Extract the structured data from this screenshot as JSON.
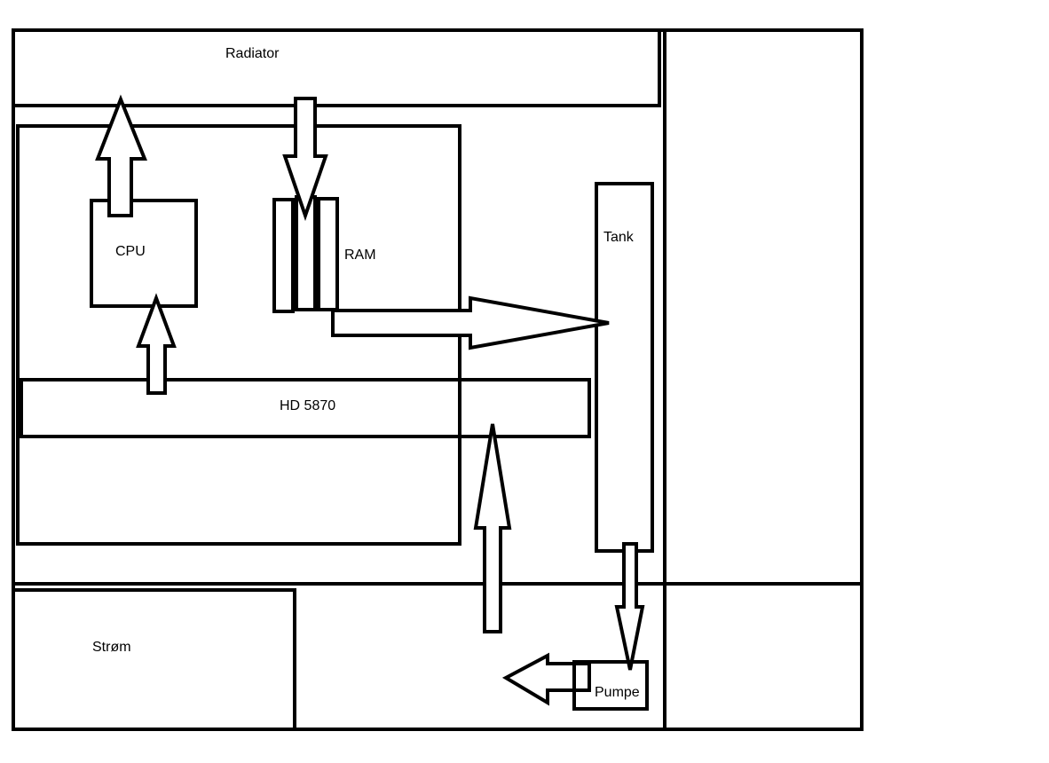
{
  "labels": {
    "radiator": "Radiator",
    "cpu": "CPU",
    "ram": "RAM",
    "tank": "Tank",
    "gpu": "HD 5870",
    "power": "Strøm",
    "pump": "Pumpe"
  },
  "colors": {
    "stroke": "#000000",
    "background": "#ffffff"
  }
}
